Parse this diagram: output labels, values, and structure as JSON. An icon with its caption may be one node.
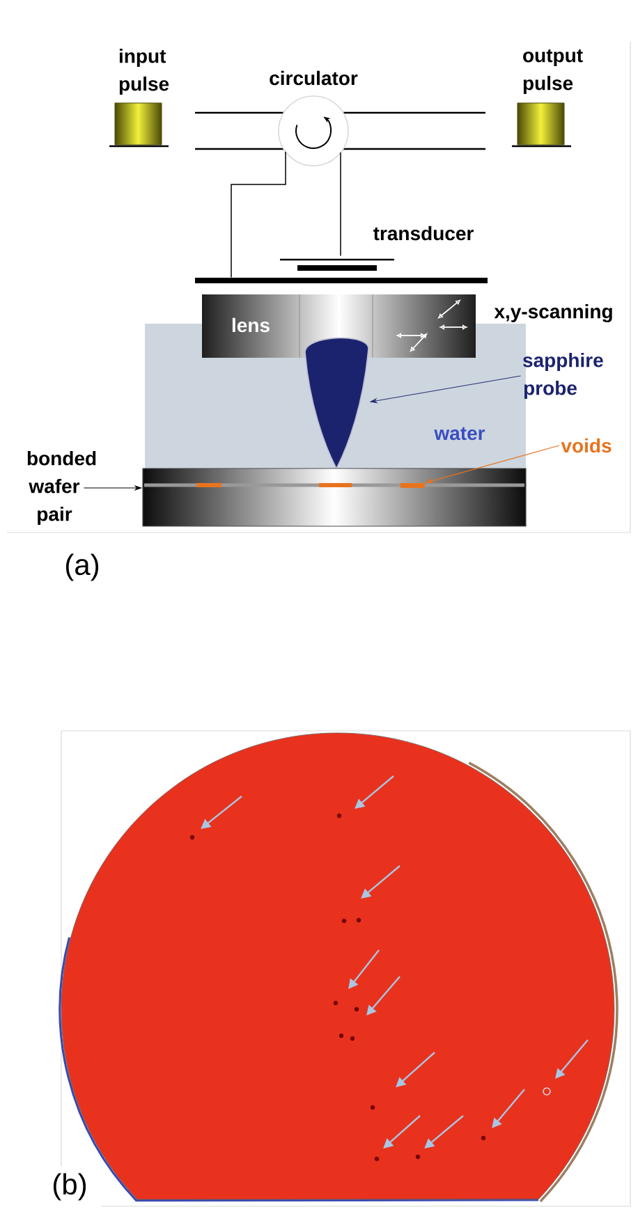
{
  "diagram": {
    "nodes": [
      {
        "text": [
          "input pulse"
        ]
      },
      {
        "text": [
          "circulator"
        ]
      },
      {
        "text": [
          "output pulse"
        ]
      },
      {
        "text": [
          "transducer"
        ]
      },
      {
        "text": [],
        "shape": "bar"
      },
      {
        "text": [
          "lens"
        ]
      },
      {
        "text": [
          "water"
        ]
      },
      {
        "text": [],
        "shape": "cone",
        "in": 6
      },
      {
        "text": [
          "sapphire probe"
        ]
      },
      {
        "text": [
          "voids"
        ]
      },
      {
        "text": [
          "bonded wafer pair"
        ]
      },
      {
        "text": [],
        "shape": "box"
      },
      {
        "text": [],
        "shape": "bar",
        "in": 11
      }
    ],
    "edges": [
      {
        "from": 1,
        "to": 4,
        "arrow": "none"
      },
      {
        "from": 1,
        "to": 3,
        "arrow": "none"
      },
      {
        "from": 8,
        "to": 7,
        "arrow": "to",
        "color": "#27306e"
      },
      {
        "from": 9,
        "to": 12,
        "arrow": "to",
        "color": "#e8731f"
      },
      {
        "from": 10,
        "to": 11,
        "arrow": "to"
      }
    ],
    "labels": [
      "x,y-scanning",
      "(a)",
      "(b)"
    ]
  }
}
